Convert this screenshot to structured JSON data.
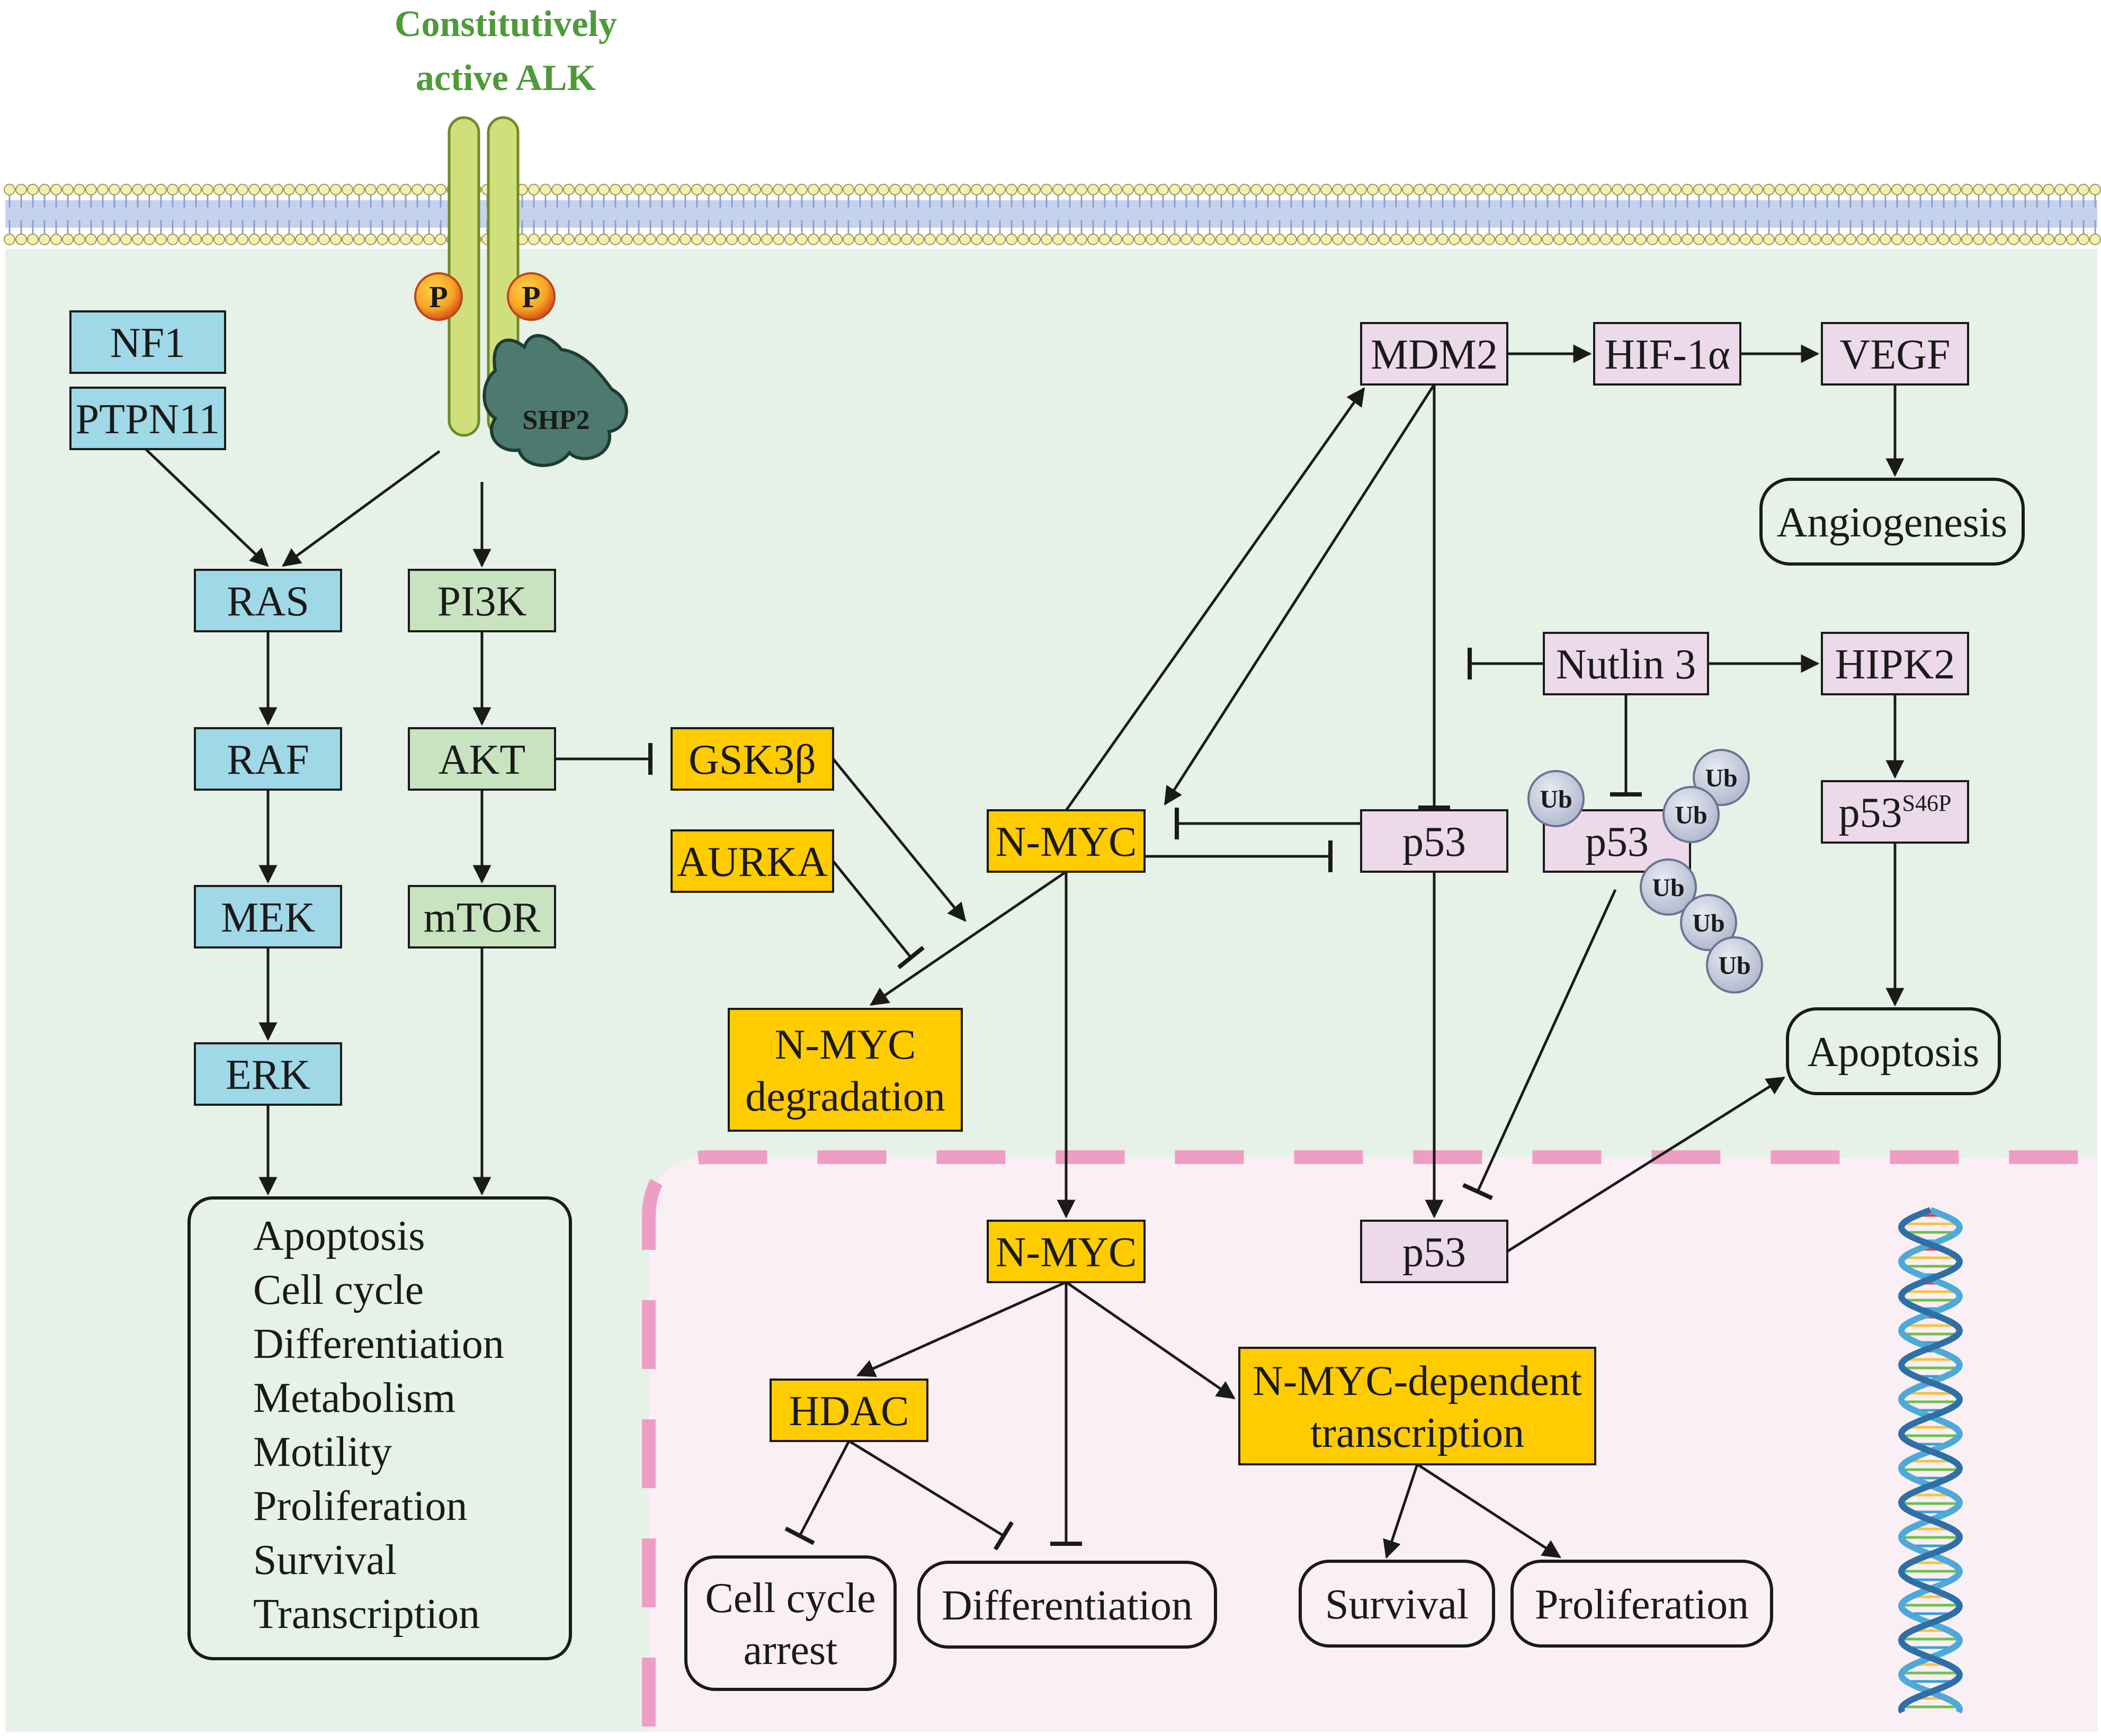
{
  "title": {
    "line1": "Constitutively",
    "line2": "active ALK"
  },
  "phospho_label": "P",
  "shp2_label": "SHP2",
  "ub_label": "Ub",
  "colors": {
    "blue": "#9fd8e6",
    "green": "#c8e3bf",
    "yellow": "#ffcc00",
    "pink": "#ecd9ea",
    "cytoplasm": "#e6f1e8",
    "nucleus": "#faeff4",
    "nuclear_envelope": "#ee9ec4",
    "title_green": "#4e9a3a"
  },
  "nodes": {
    "nf1": "NF1",
    "ptpn11": "PTPN11",
    "ras": "RAS",
    "raf": "RAF",
    "mek": "MEK",
    "erk": "ERK",
    "pi3k": "PI3K",
    "akt": "AKT",
    "mtor": "mTOR",
    "gsk3b": "GSK3β",
    "aurka": "AURKA",
    "nmyc_cyto": "N-MYC",
    "nmyc_degradation": [
      "N-MYC",
      "degradation"
    ],
    "mdm2": "MDM2",
    "hif1a": "HIF-1α",
    "vegf": "VEGF",
    "angiogenesis": "Angiogenesis",
    "nutlin3": "Nutlin 3",
    "hipk2": "HIPK2",
    "p53_cyto": "p53",
    "p53_ub": "p53",
    "p53_s46p": {
      "base": "p53",
      "sup": "S46P"
    },
    "apoptosis": "Apoptosis",
    "outcomes": [
      "Apoptosis",
      "Cell cycle",
      "Differentiation",
      "Metabolism",
      "Motility",
      "Proliferation",
      "Survival",
      "Transcription"
    ],
    "nmyc_nuc": "N-MYC",
    "p53_nuc": "p53",
    "hdac": "HDAC",
    "nmyc_transcription": [
      "N-MYC-dependent",
      "transcription"
    ],
    "cell_cycle_arrest": [
      "Cell cycle",
      "arrest"
    ],
    "differentiation": "Differentiation",
    "survival": "Survival",
    "proliferation": "Proliferation"
  }
}
